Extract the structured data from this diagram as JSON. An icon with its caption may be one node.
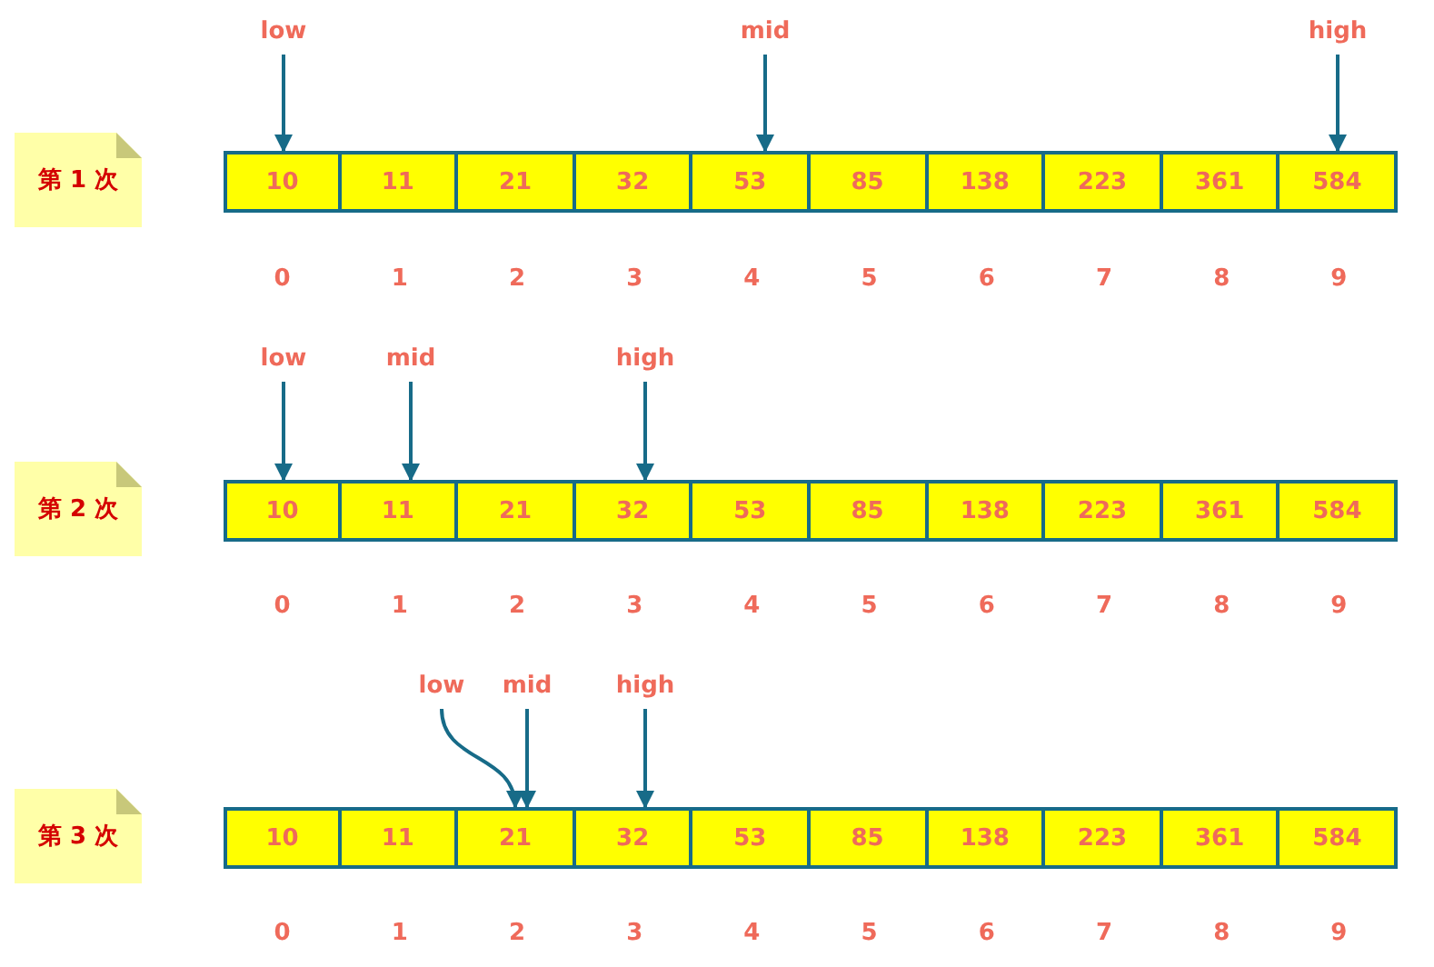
{
  "diagram": {
    "nodes": [
      {
        "text": [
          "low"
        ]
      },
      {
        "text": [
          "mid"
        ]
      },
      {
        "text": [
          "high"
        ]
      },
      {
        "text": [
          "第 1 次"
        ]
      },
      {
        "text": [
          "10"
        ]
      },
      {
        "text": [
          "11"
        ]
      },
      {
        "text": [
          "21"
        ]
      },
      {
        "text": [
          "32"
        ]
      },
      {
        "text": [
          "53"
        ]
      },
      {
        "text": [
          "85"
        ]
      },
      {
        "text": [
          "138"
        ]
      },
      {
        "text": [
          "223"
        ]
      },
      {
        "text": [
          "361"
        ]
      },
      {
        "text": [
          "584"
        ]
      },
      {
        "text": [
          "low"
        ]
      },
      {
        "text": [
          "mid"
        ]
      },
      {
        "text": [
          "high"
        ]
      },
      {
        "text": [
          "第 2 次"
        ]
      },
      {
        "text": [
          "10"
        ]
      },
      {
        "text": [
          "11"
        ]
      },
      {
        "text": [
          "21"
        ]
      },
      {
        "text": [
          "32"
        ]
      },
      {
        "text": [
          "53"
        ]
      },
      {
        "text": [
          "85"
        ]
      },
      {
        "text": [
          "138"
        ]
      },
      {
        "text": [
          "223"
        ]
      },
      {
        "text": [
          "361"
        ]
      },
      {
        "text": [
          "584"
        ]
      },
      {
        "text": [
          "low"
        ]
      },
      {
        "text": [
          "mid"
        ]
      },
      {
        "text": [
          "high"
        ]
      },
      {
        "text": [
          "第 3 次"
        ]
      },
      {
        "text": [
          "10"
        ]
      },
      {
        "text": [
          "11"
        ]
      },
      {
        "text": [
          "21"
        ]
      },
      {
        "text": [
          "32"
        ]
      },
      {
        "text": [
          "53"
        ]
      },
      {
        "text": [
          "85"
        ]
      },
      {
        "text": [
          "138"
        ]
      },
      {
        "text": [
          "223"
        ]
      },
      {
        "text": [
          "361"
        ]
      },
      {
        "text": [
          "584"
        ]
      }
    ],
    "edges": [
      {
        "from": 0,
        "to": 4,
        "arrow": "to"
      },
      {
        "from": 1,
        "to": 8,
        "arrow": "to"
      },
      {
        "from": 2,
        "to": 13,
        "arrow": "to"
      },
      {
        "from": 14,
        "to": 18,
        "arrow": "to"
      },
      {
        "from": 15,
        "to": 19,
        "arrow": "to"
      },
      {
        "from": 16,
        "to": 21,
        "arrow": "to"
      },
      {
        "from": 28,
        "to": 34,
        "arrow": "to"
      },
      {
        "from": 29,
        "to": 34,
        "arrow": "to"
      },
      {
        "from": 30,
        "to": 35,
        "arrow": "to"
      }
    ],
    "labels": [
      "0",
      "1",
      "2",
      "3",
      "4",
      "5",
      "6",
      "7",
      "8",
      "9",
      "0",
      "1",
      "2",
      "3",
      "4",
      "5",
      "6",
      "7",
      "8",
      "9",
      "0",
      "1",
      "2",
      "3",
      "4",
      "5",
      "6",
      "7",
      "8",
      "9"
    ]
  }
}
